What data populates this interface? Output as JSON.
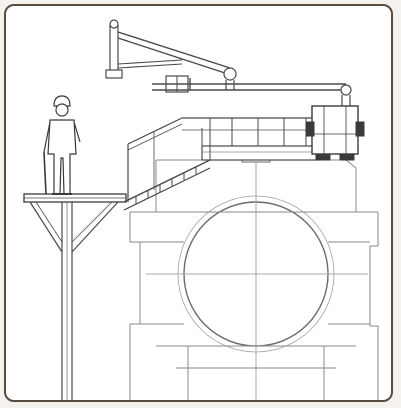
{
  "diagram": {
    "components": [
      {
        "name": "operator-figure",
        "icon": "person-icon"
      },
      {
        "name": "operator-platform",
        "icon": "platform-icon"
      },
      {
        "name": "access-gangway",
        "icon": "stairs-icon"
      },
      {
        "name": "loading-arm",
        "icon": "crane-arm-icon"
      },
      {
        "name": "coupler-head",
        "icon": "coupling-icon"
      },
      {
        "name": "tank-car",
        "icon": "tank-icon"
      }
    ],
    "colors": {
      "border": "#5b4b3f",
      "line": "#4a4a4a",
      "light_line": "#8a8a8a",
      "background": "#ffffff"
    }
  }
}
